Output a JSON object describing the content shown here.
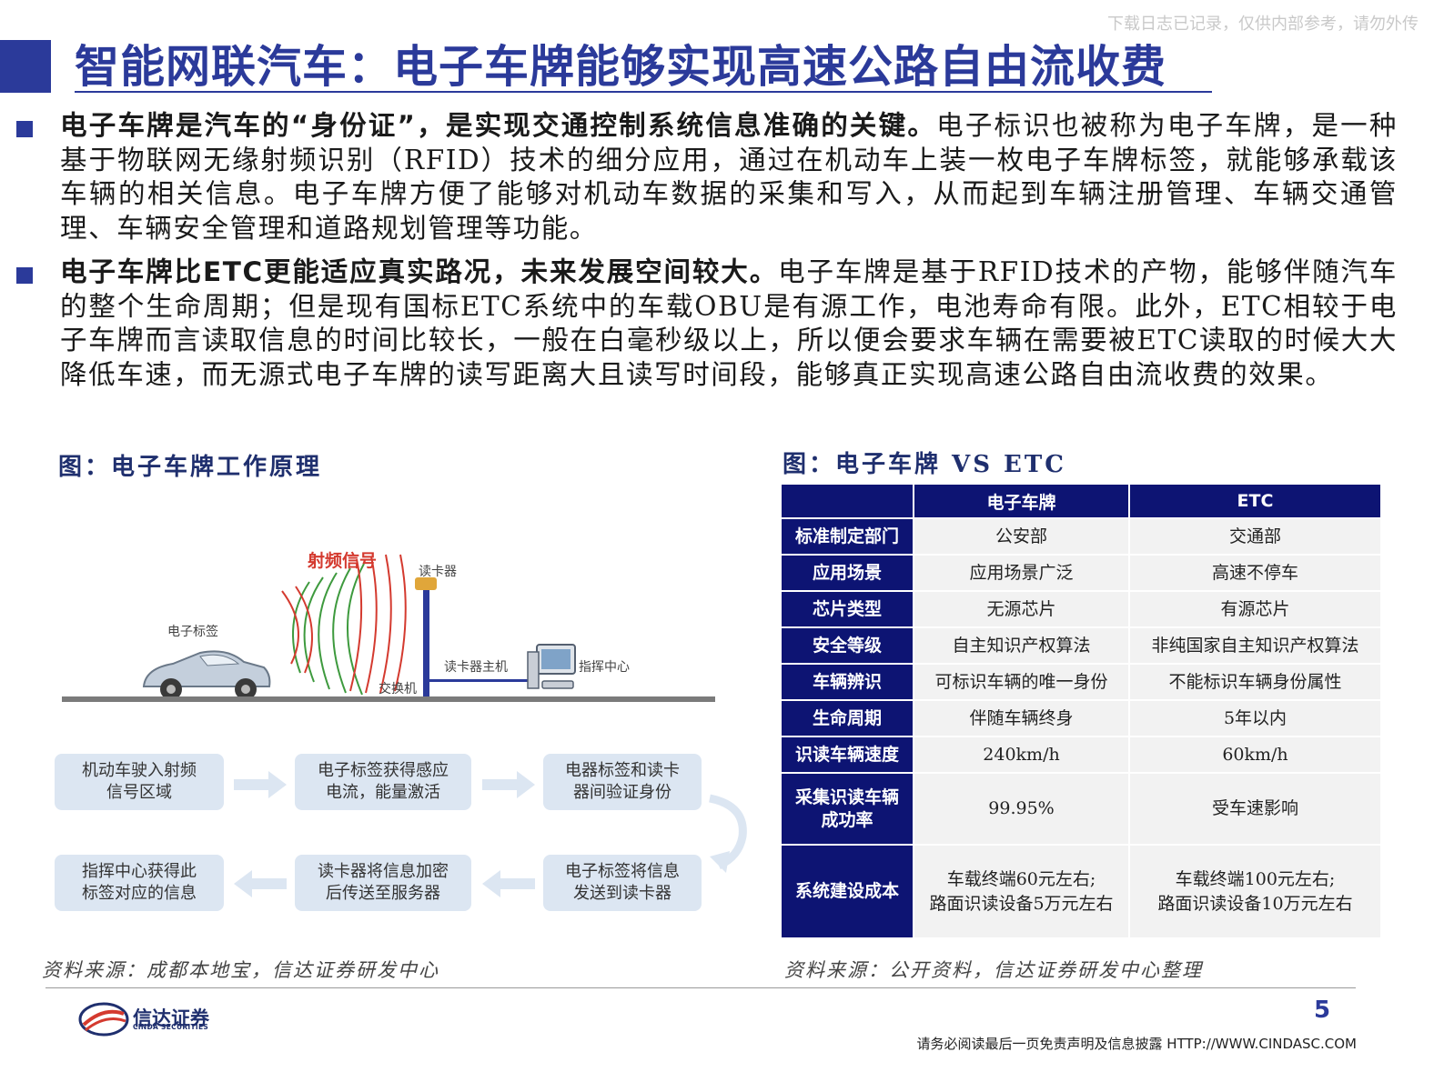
{
  "header": {
    "title": "智能网联汽车：电子车牌能够实现高速公路自由流收费",
    "watermark": "下载日志已记录，仅供内部参考，请勿外传"
  },
  "paragraphs": [
    {
      "lead": "电子车牌是汽车的“身份证”，是实现交通控制系统信息准确的关键。",
      "body": "电子标识也被称为电子车牌，是一种基于物联网无缘射频识别（RFID）技术的细分应用，通过在机动车上装一枚电子车牌标签，就能够承载该车辆的相关信息。电子车牌方便了能够对机动车数据的采集和写入，从而起到车辆注册管理、车辆交通管理、车辆安全管理和道路规划管理等功能。"
    },
    {
      "lead": "电子车牌比ETC更能适应真实路况，未来发展空间较大。",
      "body": "电子车牌是基于RFID技术的产物，能够伴随汽车的整个生命周期；但是现有国标ETC系统中的车载OBU是有源工作，电池寿命有限。此外，ETC相较于电子车牌而言读取信息的时间比较长，一般在白毫秒级以上，所以便会要求车辆在需要被ETC读取的时候大大降低车速，而无源式电子车牌的读写距离大且读写时间段，能够真正实现高速公路自由流收费的效果。"
    }
  ],
  "figure_left": {
    "title": "图：电子车牌工作原理",
    "labels": {
      "rf_signal": "射频信号",
      "reader": "读卡器",
      "tag": "电子标签",
      "reader_host": "读卡器主机",
      "switch": "交换机",
      "command_center": "指挥中心"
    },
    "flow": [
      "机动车驶入射频\n信号区域",
      "电子标签获得感应\n电流，能量激活",
      "电器标签和读卡\n器间验证身份",
      "电子标签将信息\n发送到读卡器",
      "读卡器将信息加密\n后传送至服务器",
      "指挥中心获得此\n标签对应的信息"
    ],
    "source": "资料来源：成都本地宝，信达证券研发中心"
  },
  "figure_right": {
    "title": "图：电子车牌 VS ETC",
    "headers": [
      "",
      "电子车牌",
      "ETC"
    ],
    "rows": [
      [
        "标准制定部门",
        "公安部",
        "交通部"
      ],
      [
        "应用场景",
        "应用场景广泛",
        "高速不停车"
      ],
      [
        "芯片类型",
        "无源芯片",
        "有源芯片"
      ],
      [
        "安全等级",
        "自主知识产权算法",
        "非纯国家自主知识产权算法"
      ],
      [
        "车辆辨识",
        "可标识车辆的唯一身份",
        "不能标识车辆身份属性"
      ],
      [
        "生命周期",
        "伴随车辆终身",
        "5年以内"
      ],
      [
        "识读车辆速度",
        "240km/h",
        "60km/h"
      ],
      [
        "采集识读车辆\n成功率",
        "99.95%",
        "受车速影响"
      ],
      [
        "系统建设成本",
        "车载终端60元左右;\n路面识读设备5万元左右",
        "车载终端100元左右;\n路面识读设备10万元左右"
      ]
    ],
    "source": "资料来源：公开资料，信达证券研发中心整理"
  },
  "footer": {
    "logo_cn": "信达证券",
    "logo_en": "CINDA SECURITIES",
    "page": "5",
    "note": "请务必阅读最后一页免责声明及信息披露 HTTP://WWW.CINDASC.COM"
  },
  "colors": {
    "brand": "#2b3a9a",
    "table_header": "#0d1473",
    "flow_box": "#dce6f2",
    "rf_red": "#d43a2f"
  }
}
